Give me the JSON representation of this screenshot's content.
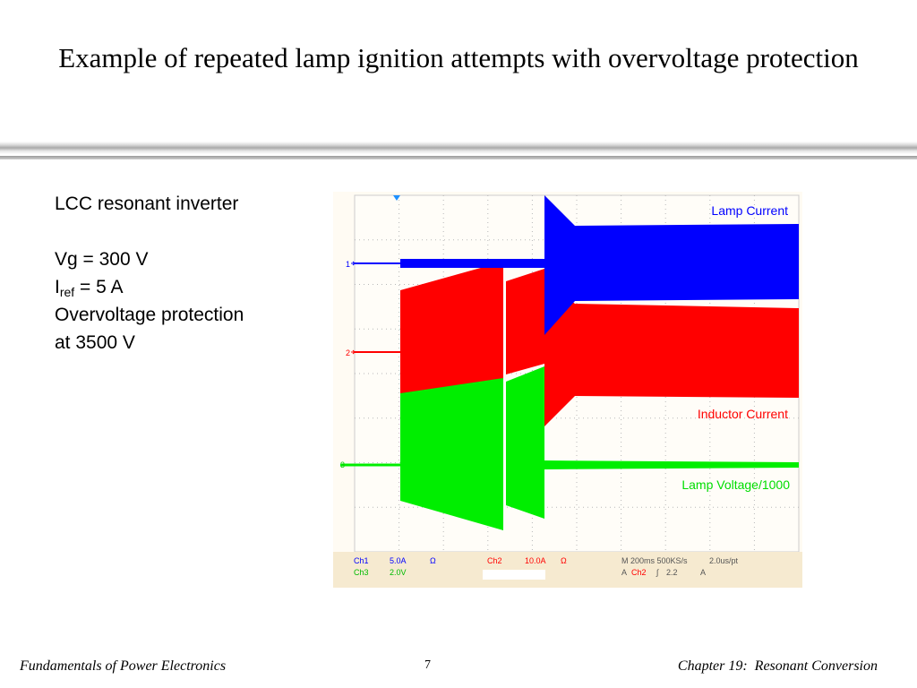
{
  "slide": {
    "title": "Example of repeated lamp ignition attempts with overvoltage protection",
    "footer_left": "Fundamentals of Power Electronics",
    "page_number": "7",
    "footer_right": "Chapter 19:  Resonant Conversion"
  },
  "notes": {
    "line1": "LCC resonant inverter",
    "vg": "Vg = 300 V",
    "iref_main": "I",
    "iref_sub": "ref",
    "iref_value": " = 5 A",
    "line4": "Overvoltage protection",
    "line5": "at 3500 V"
  },
  "scope": {
    "labels": {
      "lamp_current": "Lamp Current",
      "inductor_current": "Inductor Current",
      "lamp_voltage": "Lamp Voltage/1000"
    },
    "channel_markers": {
      "ch1": "1",
      "ch2": "2",
      "ch3": "3"
    },
    "colors": {
      "ch1": "#0000ff",
      "ch2": "#ff0000",
      "ch3": "#00ee00",
      "trigger": "#1e90ff"
    },
    "readout": {
      "ch1": "Ch1",
      "ch1_scale": "5.0A",
      "ch1_unit": "Ω",
      "ch2": "Ch2",
      "ch2_scale": "10.0A",
      "ch2_unit": "Ω",
      "ch3": "Ch3",
      "ch3_scale": "2.0V",
      "timebase": "M 200ms 500KS/s",
      "sample": "2.0us/pt",
      "trig_a": "A",
      "trig_ch": "Ch2",
      "trig_edge": "∫",
      "trig_level": "2.2",
      "trig_unit": "A"
    }
  }
}
